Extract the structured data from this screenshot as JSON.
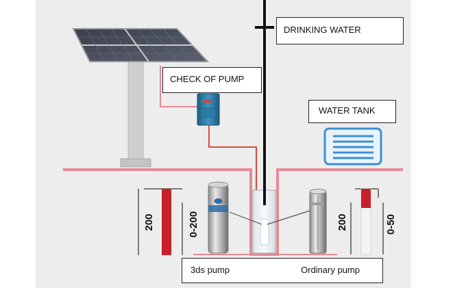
{
  "labels": {
    "drinking_water": "DRINKING WATER",
    "check_of_pump": "CHECK OF  PUMP",
    "water_tank": "WATER  TANK",
    "pump_3ds": "3ds pump",
    "ordinary_pump": "Ordinary pump"
  },
  "depths": {
    "left_depth": "200",
    "left_range": "0-200",
    "right_depth": "200",
    "right_range": "0-50"
  },
  "colors": {
    "background": "#ffffff",
    "backdrop": "#ededed",
    "pipe_pink": "#e58a95",
    "wire_red": "#d8483e",
    "well_red": "#c8202a",
    "tank_blue": "#3a8fd6",
    "panel_blue": "#2f5f9e",
    "post_gray": "#cfcfcf"
  },
  "icons": {
    "solar_panel": "solar-panel-icon",
    "controller": "controller-icon",
    "water_tank": "water-tank-icon",
    "pump_3ds": "3ds-pump-icon",
    "ordinary_pump": "ordinary-pump-icon"
  }
}
